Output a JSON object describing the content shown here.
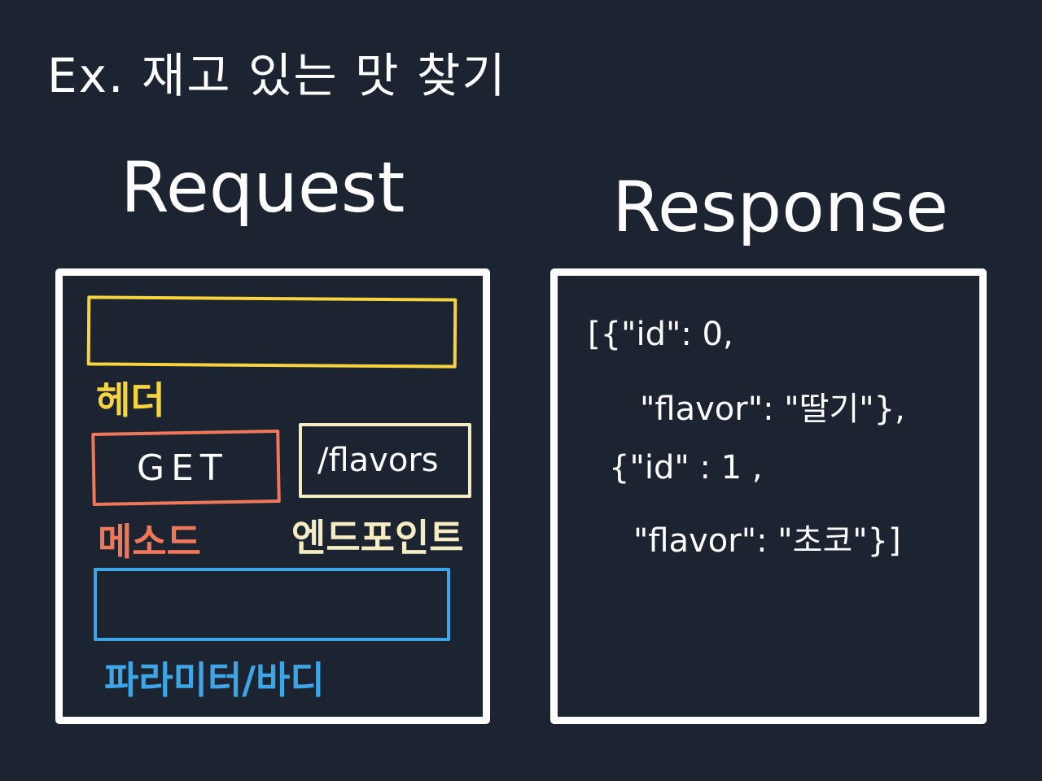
{
  "title": "Ex. 재고 있는 맛 찾기",
  "request": {
    "heading": "Request",
    "header_label": "헤더",
    "method_value": "GET",
    "method_label": "메소드",
    "endpoint_value": "/flavors",
    "endpoint_label": "엔드포인트",
    "params_label": "파라미터/바디"
  },
  "response": {
    "heading": "Response",
    "lines": [
      "[{\"id\": 0,",
      "\"flavor\": \"딸기\"},",
      "{\"id\" : 1 ,",
      "\"flavor\": \"초코\"}]"
    ]
  },
  "colors": {
    "background": "#1b2430",
    "header": "#f5d440",
    "method": "#f0775a",
    "endpoint": "#f5ecc4",
    "params": "#3ea6e6"
  }
}
